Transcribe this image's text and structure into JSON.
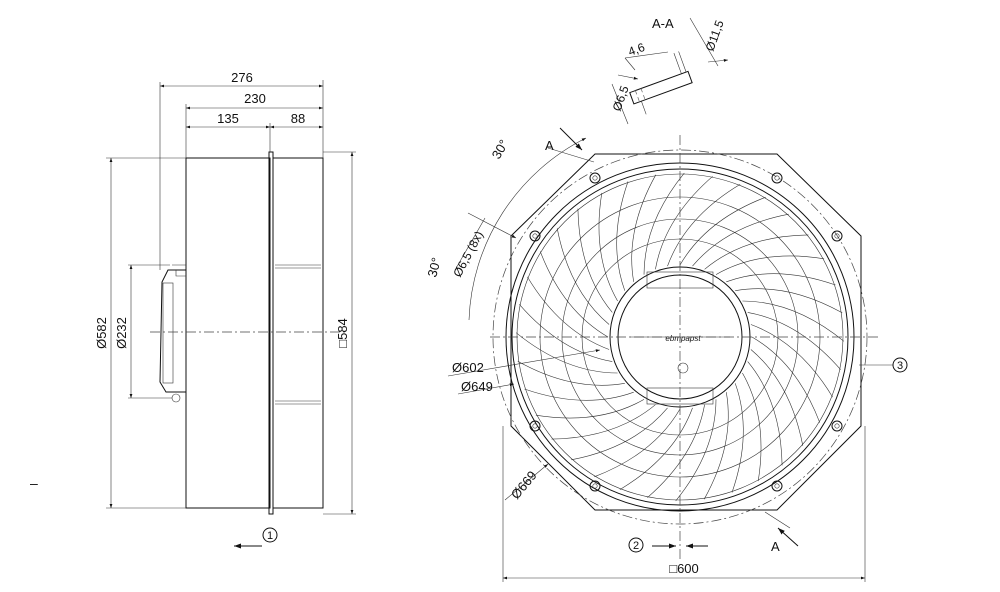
{
  "side_view": {
    "dim_overall_depth": "276",
    "dim_housing_depth": "230",
    "dim_front_section": "135",
    "dim_rear_section": "88",
    "dim_outer_diameter": "Ø582",
    "dim_motor_diameter": "Ø232",
    "dim_square": "□584",
    "airflow_marker": "1"
  },
  "front_view": {
    "dim_diameter_602": "Ø602",
    "dim_diameter_649": "Ø649",
    "dim_diameter_669": "Ø669",
    "dim_hole_size": "Ø6,5 (8x)",
    "angle_upper": "30°",
    "angle_lower": "30°",
    "section_cut_top": "A",
    "section_cut_bottom": "A",
    "dim_square_600": "□600",
    "marker_2": "2",
    "marker_3": "3",
    "brand_label": "ebmpapst"
  },
  "section_view": {
    "title": "A-A",
    "dim_outer_hole": "Ø11,5",
    "dim_depth": "4,6",
    "dim_inner_hole": "Ø6,5"
  },
  "left_mark": "–"
}
